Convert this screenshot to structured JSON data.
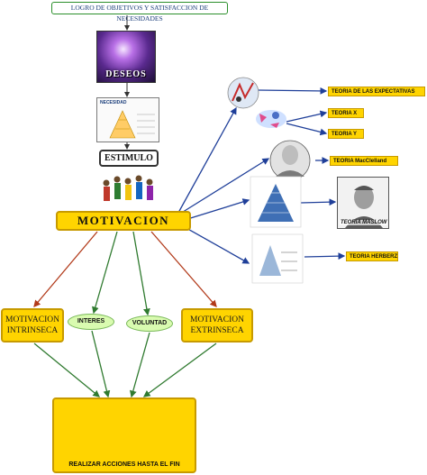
{
  "title": "LOGRO DE OBJETIVOS Y SATISFACCION DE NECESIDADES",
  "deseos": "DESEOS",
  "necesidad": "NECESIDAD",
  "estimulo": "ESTIMULO",
  "motivacion": "MOTIVACION",
  "intrinseca": "MOTIVACION INTRINSECA",
  "extrinseca": "MOTIVACION EXTRINSECA",
  "interes": "INTERES",
  "voluntad": "VOLUNTAD",
  "realizar": "REALIZAR ACCIONES HASTA EL FIN",
  "theories": {
    "expectativas": "TEORIA DE LAS EXPECTATIVAS",
    "teoria_x": "TEORIA X",
    "teoria_y": "TEORIA Y",
    "mcclelland": "TEORIA MacClelland",
    "maslow": "TEORIA MASLOW",
    "herzberg": "TEORIA HERBERZ"
  },
  "colors": {
    "yellow": "#ffd400",
    "arrow_blue": "#1f3f99",
    "arrow_red": "#b23a1a",
    "arrow_green": "#2f7a2f"
  }
}
